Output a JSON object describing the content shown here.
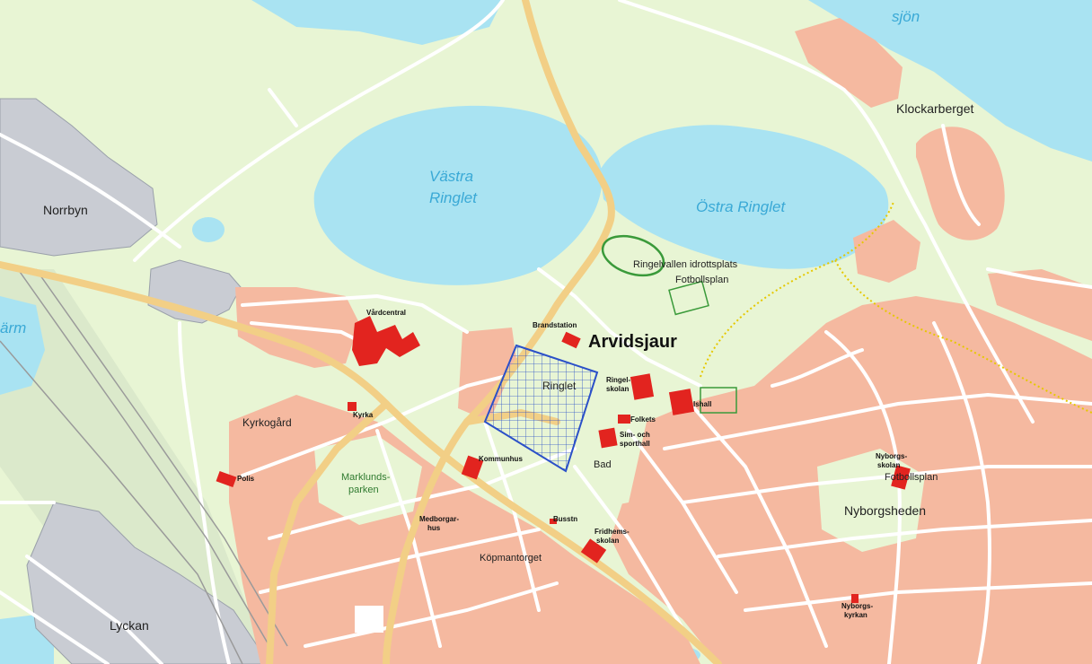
{
  "colors": {
    "water": "#a9e3f2",
    "land": "#e8f5d4",
    "residential": "#f5b9a0",
    "industrial": "#c9ccd3",
    "building": "#e2241f",
    "road_main": "#f2cf86",
    "road_minor": "#ffffff",
    "sport": "#3a9a3a",
    "trail": "#e5c800",
    "square_hatch": "#2b50c8"
  },
  "labels": {
    "water": {
      "vastra_ringlet": [
        "Västra",
        "Ringlet"
      ],
      "ostra_ringlet": "Östra  Ringlet",
      "sjon": "sjön",
      "arm": "ärm"
    },
    "districts": {
      "norrbyn": "Norrbyn",
      "klockarberget": "Klockarberget",
      "lyckan": "Lyckan",
      "nyborgsheden": "Nyborgsheden",
      "kyrkogard": "Kyrkogård",
      "ringlet": "Ringlet",
      "koepmantorget": "Köpmantorget",
      "bad": "Bad"
    },
    "town": "Arvidsjaur",
    "park": [
      "Marklunds-",
      "parken"
    ],
    "places": {
      "ringelvallen": "Ringelvallen idrottsplats",
      "fotbollsplan_north": "Fotbollsplan",
      "fotbollsplan_east": "Fotbollsplan"
    },
    "buildings": {
      "brandstation": "Brandstation",
      "vardcentral": "Vårdcentral",
      "kyrka": "Kyrka",
      "polis": "Polis",
      "kommunhus": "Kommunhus",
      "medborgarhus": [
        "Medborgar-",
        "hus"
      ],
      "ringelskolan": [
        "Ringel-",
        "skolan"
      ],
      "ishall": "Ishall",
      "folkets": "Folkets",
      "sim_sporthall": [
        "Sim- och",
        "sporthall"
      ],
      "busstn": "Busstn",
      "frid_skolan": [
        "Fridhems-",
        "skolan"
      ],
      "nyborgsskolan": [
        "Nyborgs-",
        "skolan"
      ],
      "nyborgskyrkan": [
        "Nyborgs-",
        "kyrkan"
      ]
    }
  }
}
